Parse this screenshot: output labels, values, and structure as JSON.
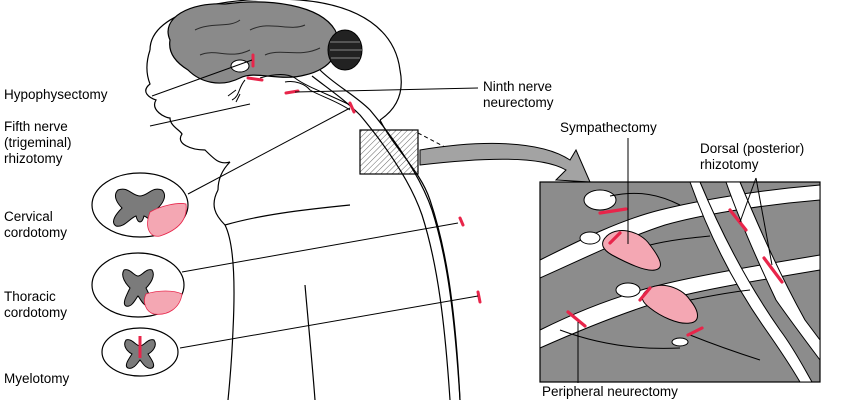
{
  "labels": {
    "hypophysectomy": "Hypophysectomy",
    "fifth_nerve": "Fifth nerve\n(trigeminal)\nrhizotomy",
    "ninth_nerve": "Ninth nerve\nneurectomy",
    "sympathectomy": "Sympathectomy",
    "dorsal_rhizotomy": "Dorsal (posterior)\nrhizotomy",
    "cervical_cordotomy": "Cervical\ncordotomy",
    "thoracic_cordotomy": "Thoracic\ncordotomy",
    "myelotomy": "Myelotomy",
    "peripheral_neurectomy": "Peripheral neurectomy"
  },
  "colors": {
    "lesion": "#e8254a",
    "lesion_fill": "#f4a7b3",
    "gray_matter": "#7b7b7b",
    "inset_bg": "#8c8c8c",
    "line": "#000000"
  }
}
